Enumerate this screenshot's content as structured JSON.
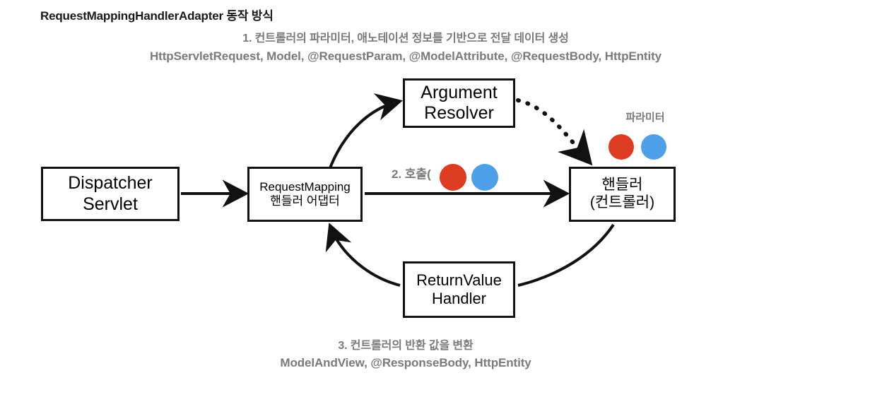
{
  "page": {
    "title": "RequestMappingHandlerAdapter 동작 방식"
  },
  "annotations": {
    "top_step": "1. 컨트롤러의 파라미터, 애노테이션 정보를 기반으로 전달 데이터 생성",
    "top_types": "HttpServletRequest, Model, @RequestParam, @ModelAttribute, @RequestBody, HttpEntity",
    "bottom_step": "3. 컨트롤러의 반환 값을 변환",
    "bottom_types": "ModelAndView, @ResponseBody, HttpEntity",
    "call_label_prefix": "2. 호출(",
    "call_label_suffix": ")",
    "param_label": "파라미터"
  },
  "nodes": {
    "dispatcher": {
      "line1": "Dispatcher",
      "line2": "Servlet"
    },
    "request_mapping_adapter": {
      "line1": "RequestMapping",
      "line2": "핸들러 어댑터"
    },
    "argument_resolver": {
      "line1": "Argument",
      "line2": "Resolver"
    },
    "handler": {
      "line1": "핸들러",
      "line2": "(컨트롤러)"
    },
    "return_value_handler": {
      "line1": "ReturnValue",
      "line2": "Handler"
    }
  },
  "colors": {
    "red_dot": "#DD3B22",
    "blue_dot": "#4D9FE8",
    "gray_text": "#7A7A7A",
    "stroke": "#111111",
    "background": "#FFFFFF"
  }
}
